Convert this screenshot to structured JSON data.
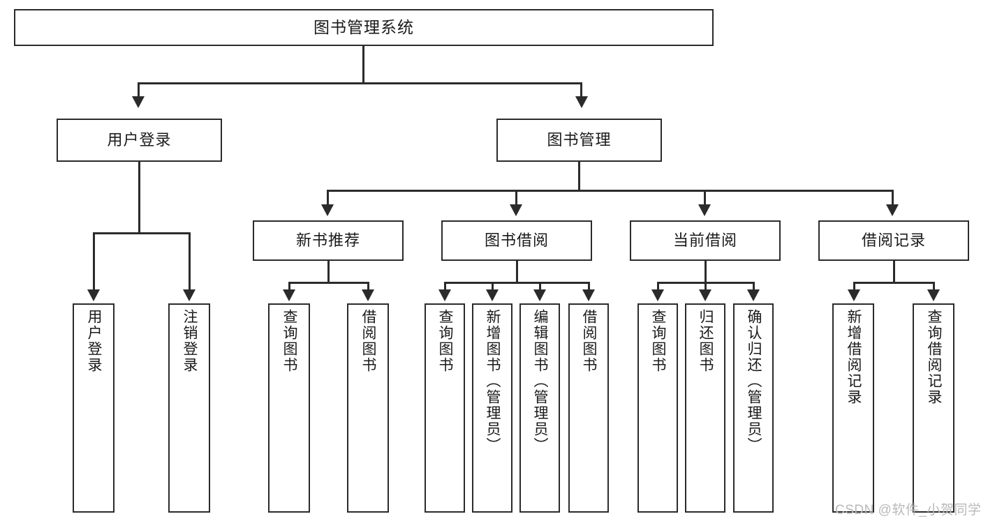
{
  "diagram": {
    "title": "图书管理系统",
    "watermark": "CSDN @软件_小贺同学",
    "colors": {
      "stroke": "#2b2b2b",
      "fill": "#ffffff",
      "text": "#1a1a1a",
      "watermark": "#b9b9b9"
    },
    "root": {
      "label": "图书管理系统"
    },
    "level1": [
      {
        "label": "用户登录"
      },
      {
        "label": "图书管理"
      }
    ],
    "level2": [
      {
        "label": "新书推荐"
      },
      {
        "label": "图书借阅"
      },
      {
        "label": "当前借阅"
      },
      {
        "label": "借阅记录"
      }
    ],
    "leaves": {
      "user_login": [
        {
          "label": "用户登录"
        },
        {
          "label": "注销登录"
        }
      ],
      "new_book": [
        {
          "label": "查询图书"
        },
        {
          "label": "借阅图书"
        }
      ],
      "book_borrow": [
        {
          "label": "查询图书"
        },
        {
          "label": "新增图书（管理员）"
        },
        {
          "label": "编辑图书（管理员）"
        },
        {
          "label": "借阅图书"
        }
      ],
      "current_borrow": [
        {
          "label": "查询图书"
        },
        {
          "label": "归还图书"
        },
        {
          "label": "确认归还（管理员）"
        }
      ],
      "borrow_record": [
        {
          "label": "新增借阅记录"
        },
        {
          "label": "查询借阅记录"
        }
      ]
    }
  }
}
